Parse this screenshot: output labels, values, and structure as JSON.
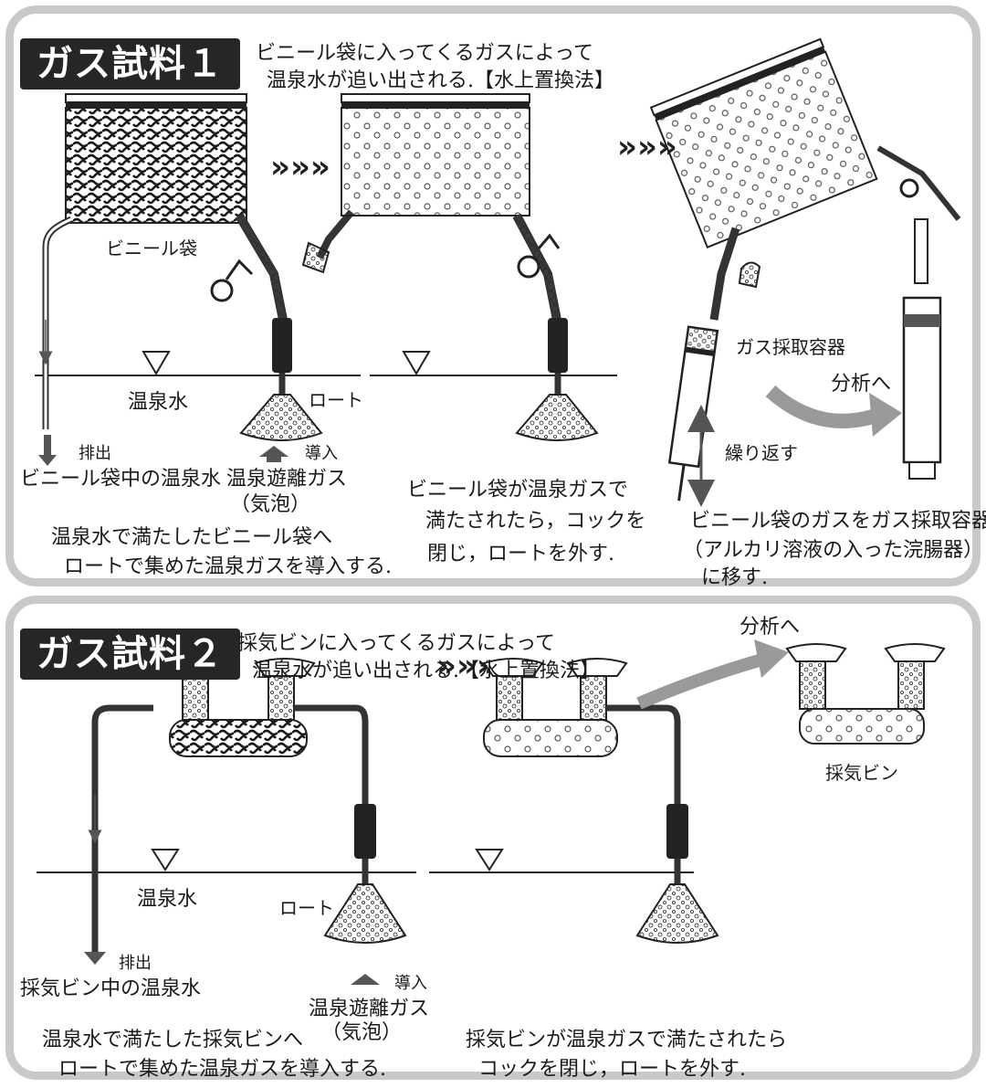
{
  "sample1": {
    "badge": "ガス試料１",
    "caption_top_line1": "ビニール袋に入ってくるガスによって",
    "caption_top_line2": "温泉水が追い出される.【水上置換法】",
    "bag_label": "ビニール袋",
    "hot_water_label": "温泉水",
    "funnel_label": "ロート",
    "discharge_label": "排出",
    "discharge_desc": "ビニール袋中の温泉水",
    "intake_label": "導入",
    "gas_label_line1": "温泉遊離ガス",
    "gas_label_line2": "（気泡）",
    "step1_line1": "温泉水で満たしたビニール袋へ",
    "step1_line2": "ロートで集めた温泉ガスを導入する.",
    "step2_line1": "ビニール袋が温泉ガスで",
    "step2_line2": "満たされたら，コックを",
    "step2_line3": "閉じ，ロートを外す.",
    "container_label": "ガス採取容器",
    "analysis_label": "分析へ",
    "repeat_label": "繰り返す",
    "step3_line1": "ビニール袋のガスをガス採取容器",
    "step3_line2": "（アルカリ溶液の入った浣腸器）",
    "step3_line3": "に移す."
  },
  "sample2": {
    "badge": "ガス試料２",
    "caption_top_line1": "採気ビンに入ってくるガスによって",
    "caption_top_line2": "温泉水が追い出される.【水上置換法】",
    "hot_water_label": "温泉水",
    "funnel_label": "ロート",
    "discharge_label": "排出",
    "discharge_desc": "採気ビン中の温泉水",
    "intake_label": "導入",
    "gas_label_line1": "温泉遊離ガス",
    "gas_label_line2": "（気泡）",
    "step1_line1": "温泉水で満たした採気ビンへ",
    "step1_line2": "ロートで集めた温泉ガスを導入する.",
    "step2_line1": "採気ビンが温泉ガスで満たされたら",
    "step2_line2": "コックを閉じ，ロートを外す.",
    "analysis_label": "分析へ",
    "bottle_label": "採気ビン"
  },
  "step_arrow_glyph": "»»»",
  "colors": {
    "panel_border": "#c9c9c9",
    "badge_bg": "#262626",
    "arrow_gray": "#9a9a9a"
  }
}
